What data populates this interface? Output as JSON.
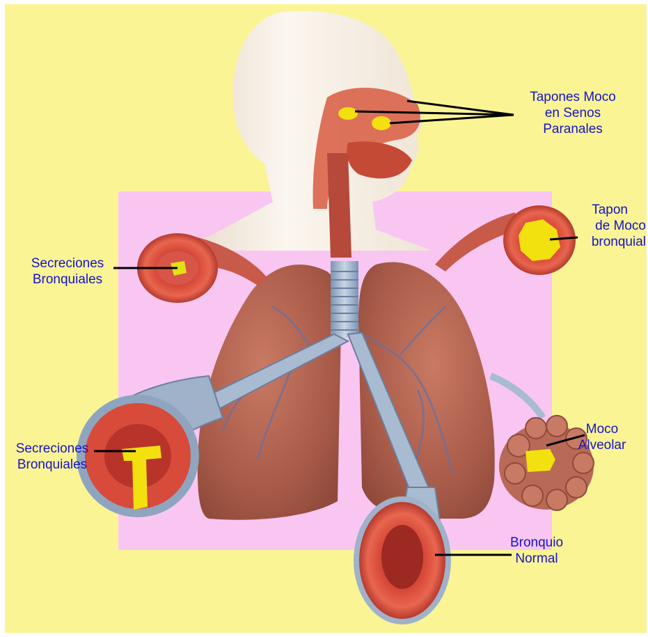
{
  "colors": {
    "background": "#fbf495",
    "panel": "#f9c6f2",
    "label_text": "#1414c8",
    "leader_line": "#000000",
    "mucus": "#f2e00f",
    "tissue": "#b8604e",
    "airway_wall": "#d8473a",
    "trachea": "#9fb6cf"
  },
  "labels": {
    "sinus": [
      "Tapones Moco",
      "en Senos",
      "Paranales"
    ],
    "bronchial_plug": [
      "Tapon",
      "de Moco",
      "bronquial"
    ],
    "secretions_upper": [
      "Secreciones",
      "Bronquiales"
    ],
    "secretions_lower": [
      "Secreciones",
      "Bronquiales"
    ],
    "alveolar": [
      "Moco",
      "Alveolar"
    ],
    "normal": [
      "Bronquio",
      "Normal"
    ]
  }
}
